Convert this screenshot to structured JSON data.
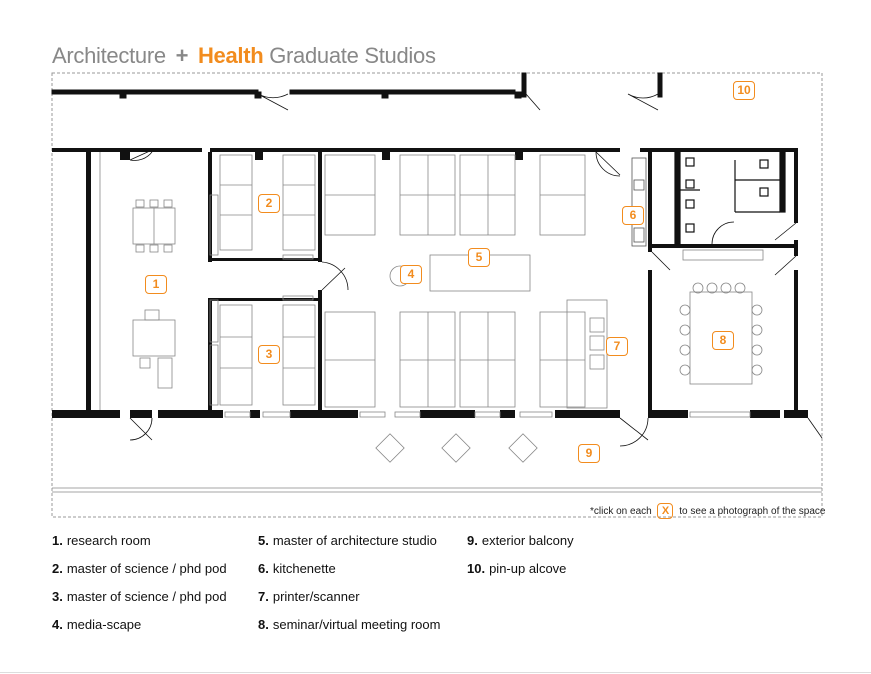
{
  "title": {
    "part1": "Architecture",
    "plus": "+",
    "part2": "Health",
    "part3": "Graduate Studios"
  },
  "colors": {
    "accent": "#f28c1e",
    "wall": "#111111",
    "furniture": "#9a9a9a",
    "title_gray": "#888888"
  },
  "markers": [
    "1",
    "2",
    "3",
    "4",
    "5",
    "6",
    "7",
    "8",
    "9",
    "10"
  ],
  "note": {
    "before": "*click on each",
    "marker": "X",
    "after": "to see a photograph of the space"
  },
  "legend": [
    {
      "num": "1.",
      "label": "research room"
    },
    {
      "num": "2.",
      "label": "master of science / phd pod"
    },
    {
      "num": "3.",
      "label": "master of science / phd pod"
    },
    {
      "num": "4.",
      "label": "media-scape"
    },
    {
      "num": "5.",
      "label": "master of architecture studio"
    },
    {
      "num": "6.",
      "label": "kitchenette"
    },
    {
      "num": "7.",
      "label": "printer/scanner"
    },
    {
      "num": "8.",
      "label": "seminar/virtual meeting room"
    },
    {
      "num": "9.",
      "label": "exterior balcony"
    },
    {
      "num": "10.",
      "label": "pin-up alcove"
    }
  ]
}
